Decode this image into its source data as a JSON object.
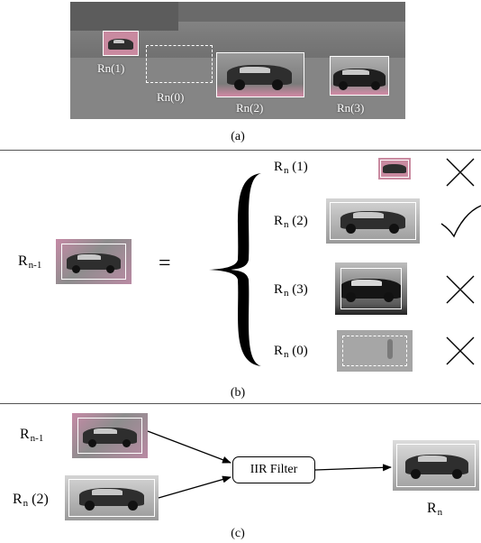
{
  "panel_a": {
    "caption": "(a)",
    "regions": [
      {
        "name": "Rn(1)",
        "base": "R",
        "index": "n(1)"
      },
      {
        "name": "Rn(0)",
        "base": "R",
        "index": "n(0)"
      },
      {
        "name": "Rn(2)",
        "base": "R",
        "index": "n(2)"
      },
      {
        "name": "Rn(3)",
        "base": "R",
        "index": "n(3)"
      }
    ]
  },
  "panel_b": {
    "caption": "(b)",
    "left_base": "R",
    "left_sub": "n-1",
    "equals": "=",
    "candidates": [
      {
        "base": "R",
        "sub": "n",
        "idx": "(1)",
        "result": "cross"
      },
      {
        "base": "R",
        "sub": "n",
        "idx": "(2)",
        "result": "check"
      },
      {
        "base": "R",
        "sub": "n",
        "idx": "(3)",
        "result": "cross"
      },
      {
        "base": "R",
        "sub": "n",
        "idx": "(0)",
        "result": "cross"
      }
    ]
  },
  "panel_c": {
    "caption": "(c)",
    "input1_base": "R",
    "input1_sub": "n-1",
    "input2_base": "R",
    "input2_sub": "n",
    "input2_idx": "(2)",
    "filter_label": "IIR Filter",
    "output_base": "R",
    "output_sub": "n"
  },
  "colors": {
    "region_highlight": "#d88aa8",
    "frame": "#ffffff",
    "line": "#000000"
  }
}
